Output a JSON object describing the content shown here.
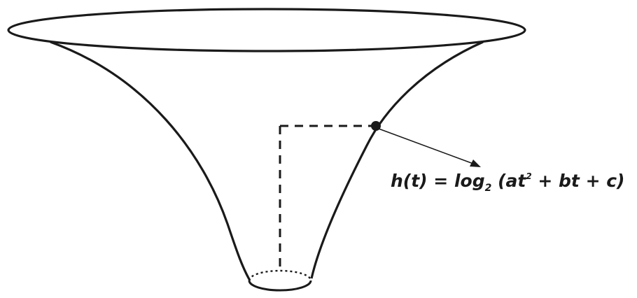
{
  "label": {
    "prefix": "h(t) = log",
    "base": "2",
    "mid": " (at",
    "exp": "2",
    "suffix": " + bt + c)"
  }
}
